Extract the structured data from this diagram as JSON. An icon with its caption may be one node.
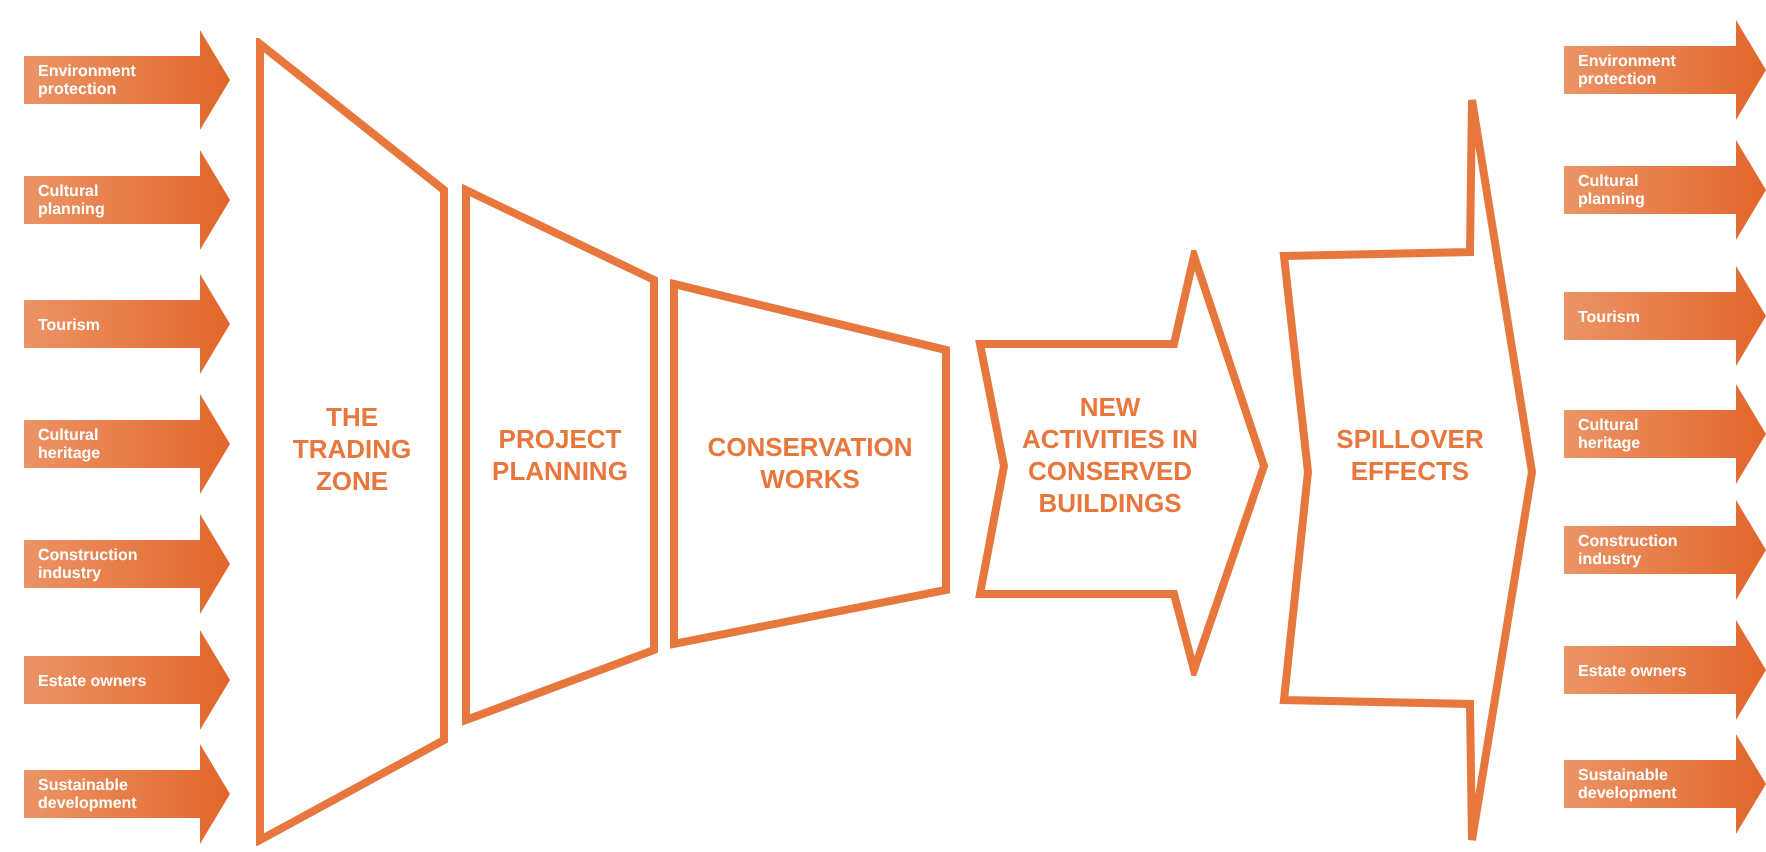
{
  "diagram": {
    "nodes": [
      {
        "text": [
          "Environment protection"
        ]
      },
      {
        "text": [
          "Cultural planning"
        ]
      },
      {
        "text": [
          "Tourism"
        ]
      },
      {
        "text": [
          "Cultural heritage"
        ]
      },
      {
        "text": [
          "Construction industry"
        ]
      },
      {
        "text": [
          "Estate owners"
        ]
      },
      {
        "text": [
          "Sustainable development"
        ]
      },
      {
        "text": [
          "THE TRADING ZONE"
        ]
      },
      {
        "text": [
          "PROJECT PLANNING"
        ]
      },
      {
        "text": [
          "CONSERVATION WORKS"
        ]
      },
      {
        "text": [
          "NEW ACTIVITIES IN CONSERVED BUILDINGS"
        ]
      },
      {
        "text": [
          "SPILLOVER EFFECTS"
        ]
      },
      {
        "text": [
          "Environment protection"
        ]
      },
      {
        "text": [
          "Cultural planning"
        ]
      },
      {
        "text": [
          "Tourism"
        ]
      },
      {
        "text": [
          "Cultural heritage"
        ]
      },
      {
        "text": [
          "Construction industry"
        ]
      },
      {
        "text": [
          "Estate owners"
        ]
      },
      {
        "text": [
          "Sustainable development"
        ]
      }
    ]
  }
}
